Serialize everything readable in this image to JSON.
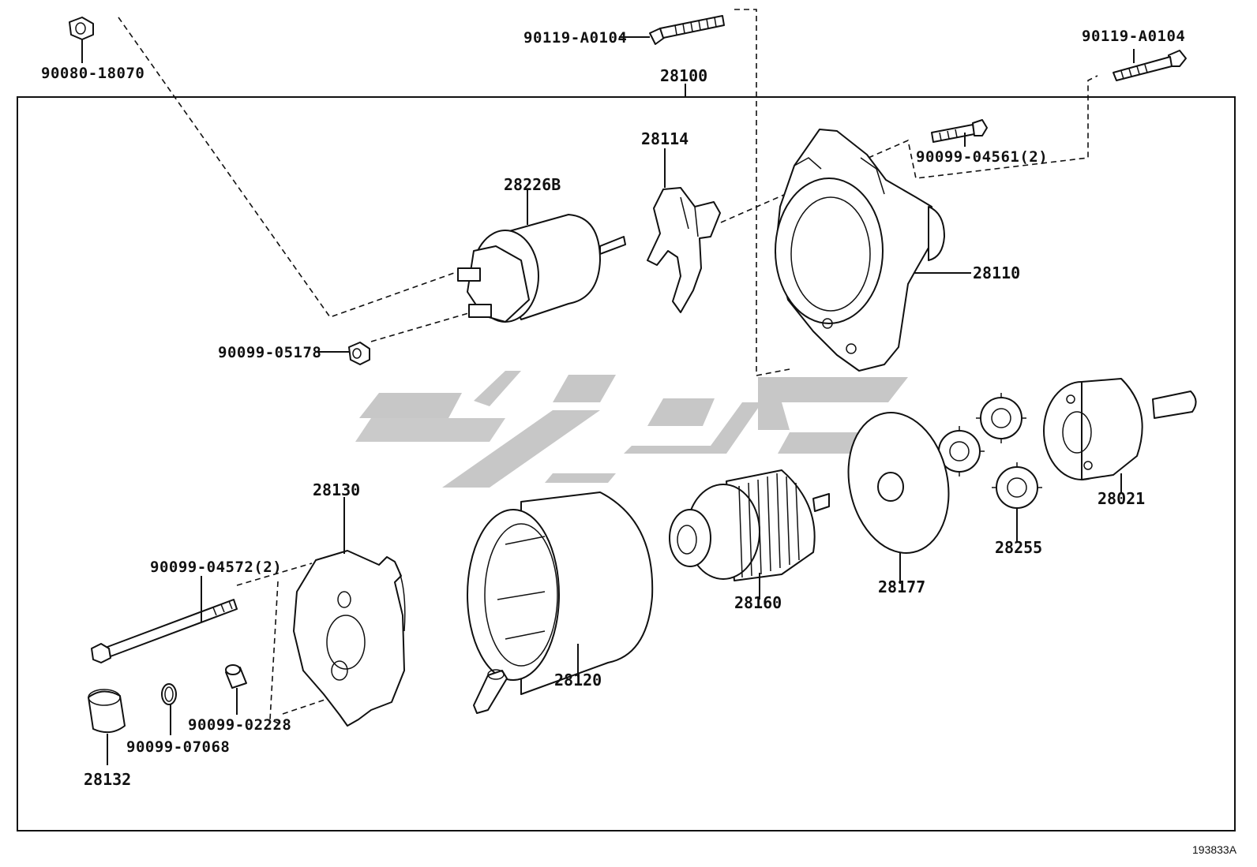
{
  "diagram": {
    "assembly": "28100",
    "catalog_code": "193833A",
    "parts": [
      {
        "id": "90080-18070"
      },
      {
        "id": "90119-A0104"
      },
      {
        "id": "90119-A0104"
      },
      {
        "id": "28100"
      },
      {
        "id": "28114"
      },
      {
        "id": "90099-04561(2)"
      },
      {
        "id": "28226B"
      },
      {
        "id": "28110"
      },
      {
        "id": "90099-05178"
      },
      {
        "id": "28130"
      },
      {
        "id": "28021"
      },
      {
        "id": "90099-04572(2)"
      },
      {
        "id": "28255"
      },
      {
        "id": "28177"
      },
      {
        "id": "28160"
      },
      {
        "id": "28120"
      },
      {
        "id": "90099-02228"
      },
      {
        "id": "90099-07068"
      },
      {
        "id": "28132"
      }
    ],
    "watermark": "logo"
  }
}
